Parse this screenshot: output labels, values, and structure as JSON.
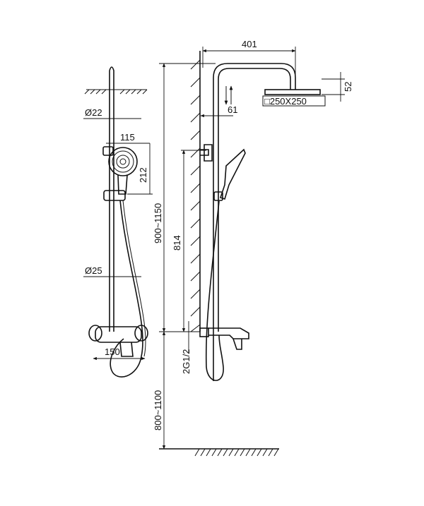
{
  "dimensions": {
    "top_width": "401",
    "head_height": "52",
    "head_size": "□250X250",
    "wall_offset": "61",
    "rod_diameter_top": "Ø22",
    "rod_diameter_bottom": "Ø25",
    "handset_width": "115",
    "handset_height": "212",
    "mixer_width": "150",
    "rail_height": "900~1150",
    "mixer_to_holder": "814",
    "inlet_thread": "2G1/2",
    "floor_to_mixer": "800~1100"
  }
}
